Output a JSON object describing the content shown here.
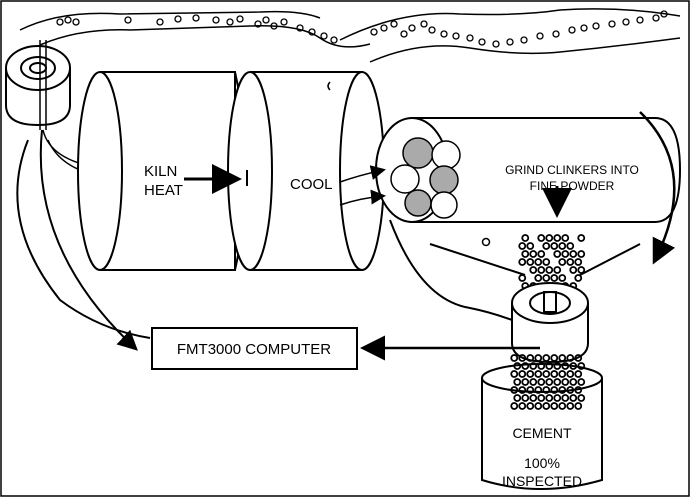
{
  "diagram": {
    "kiln_label_line1": "KILN",
    "kiln_label_line2": "HEAT",
    "cool_label": "COOL",
    "grind_label_line1": "GRIND CLINKERS INTO",
    "grind_label_line2": "FINE POWDER",
    "computer_label": "FMT3000 COMPUTER",
    "cement_label": "CEMENT",
    "inspected_line1": "100%",
    "inspected_line2": "INSPECTED"
  },
  "colors": {
    "stroke": "#000000",
    "background": "#ffffff",
    "ball_gray": "#aaaaaa"
  }
}
